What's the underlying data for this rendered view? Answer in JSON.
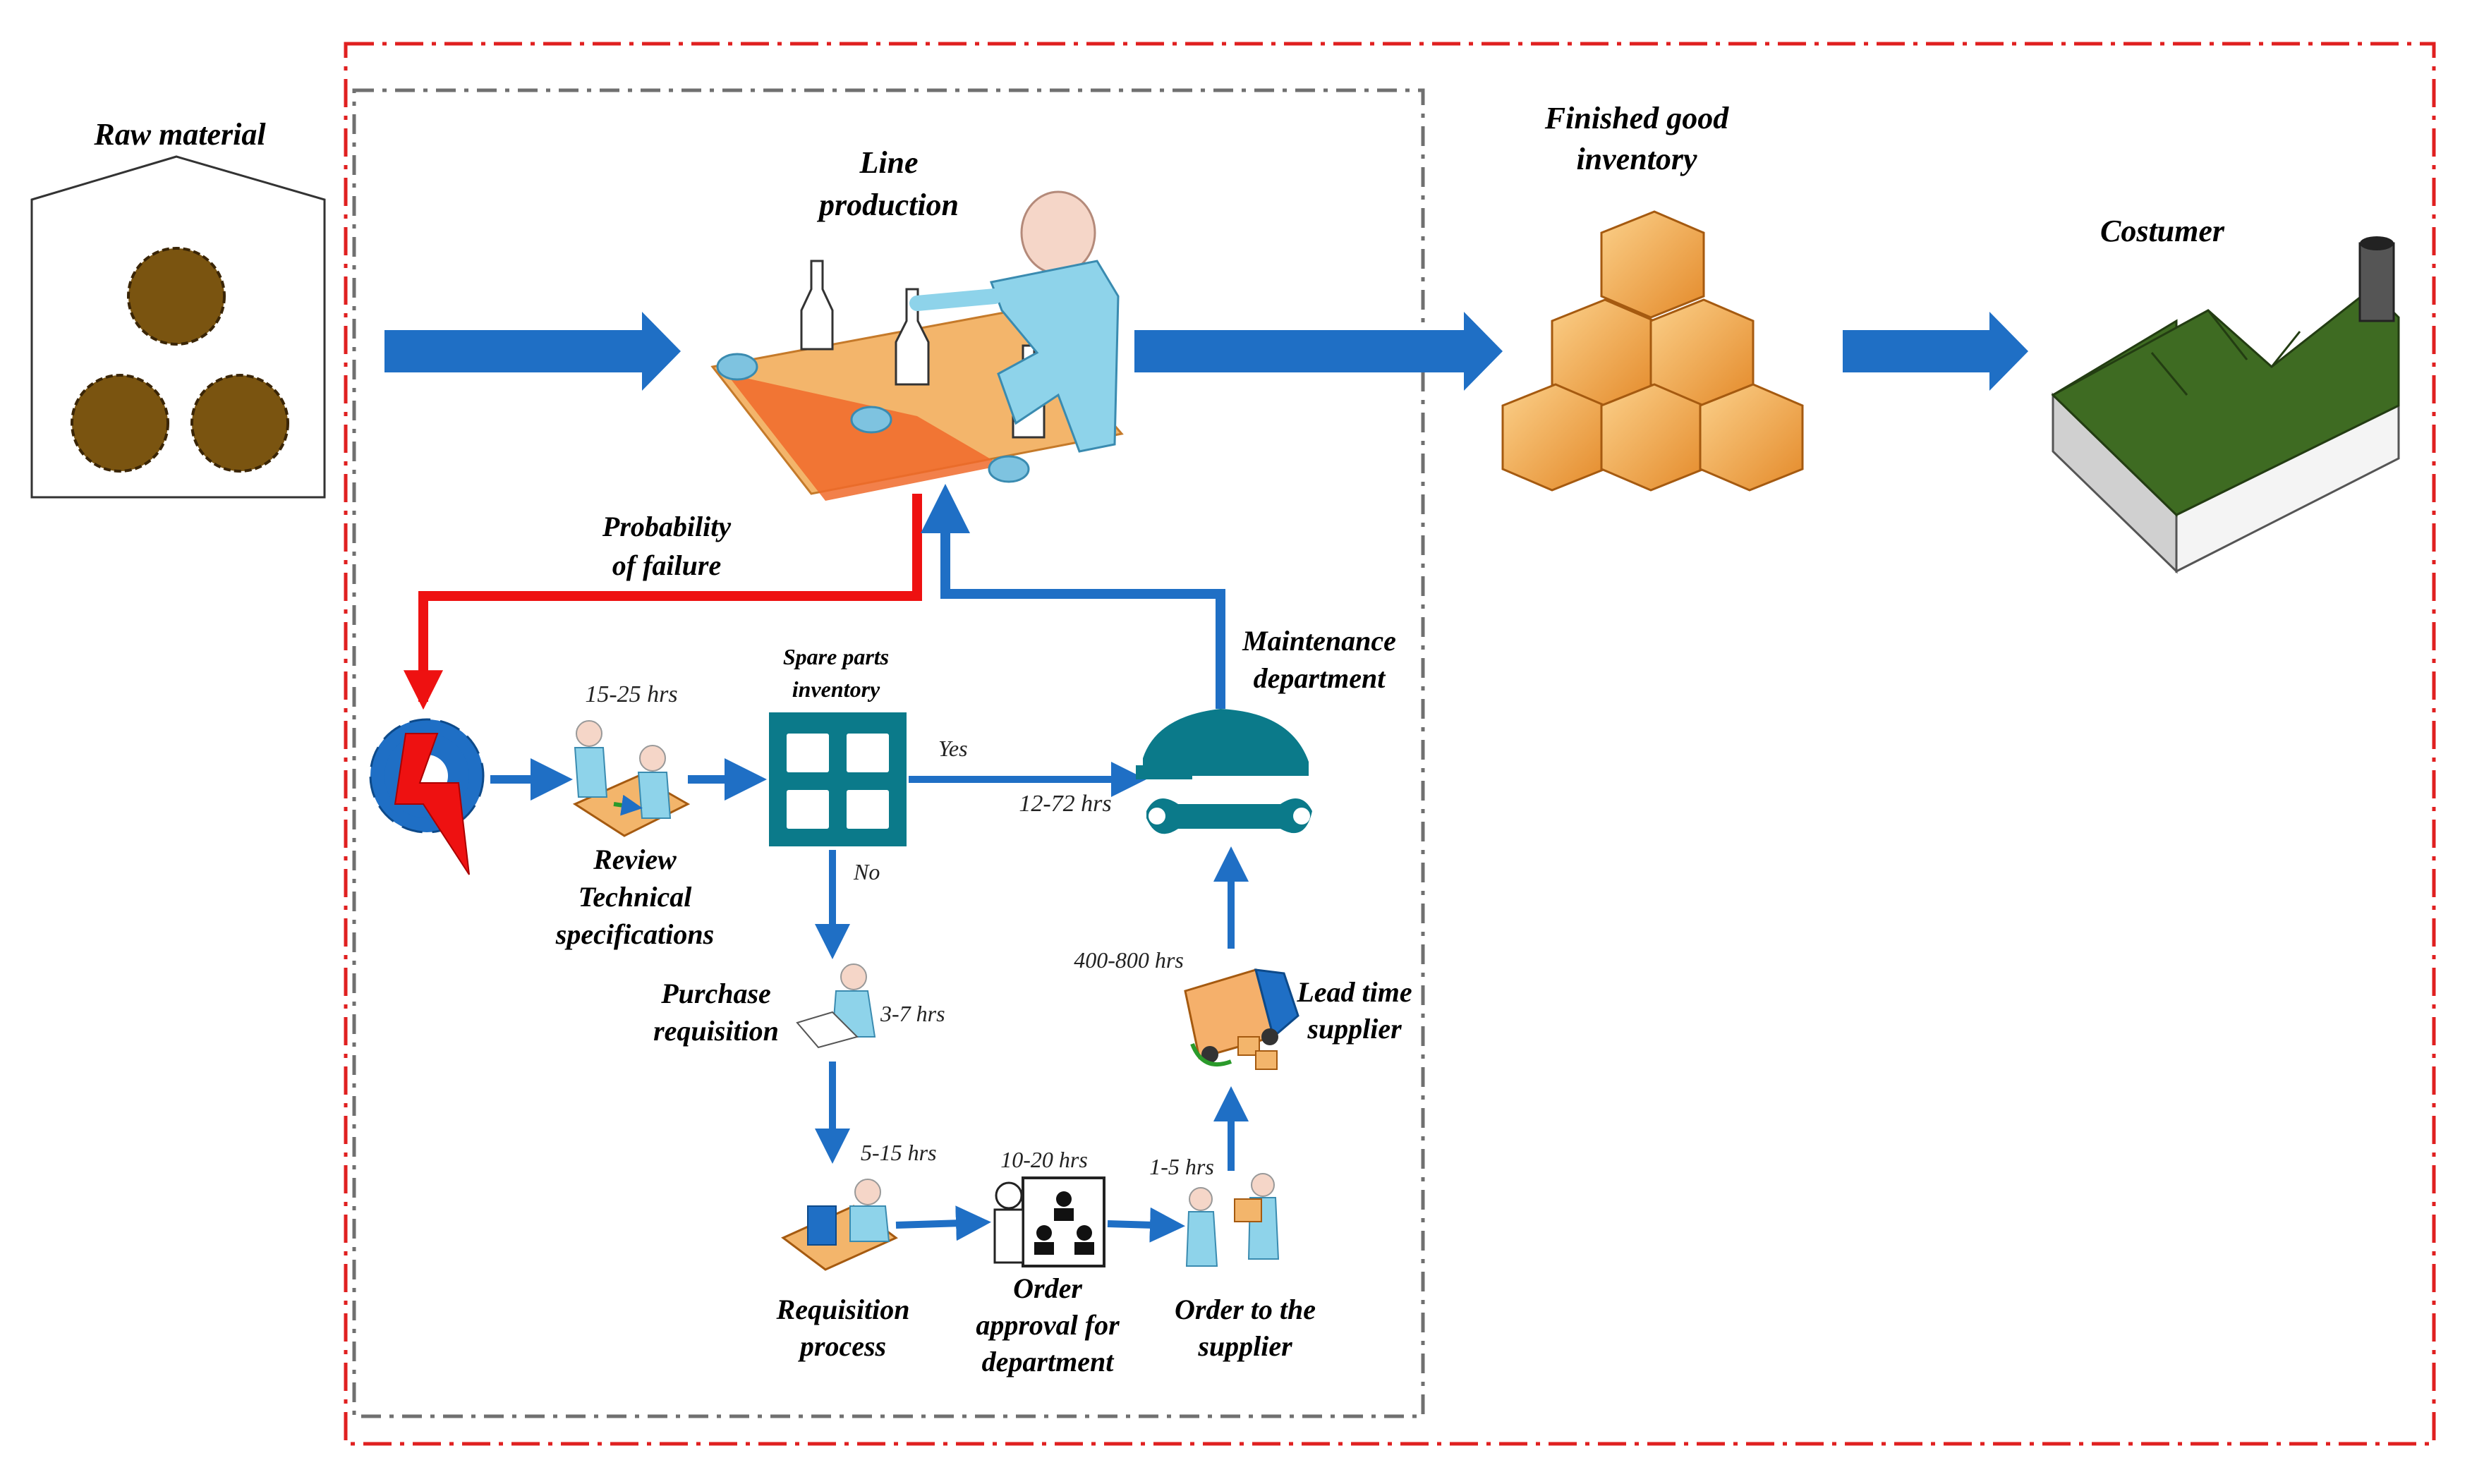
{
  "labels": {
    "raw_material": "Raw material",
    "line_production": [
      "Line",
      "production"
    ],
    "finished_good": [
      "Finished good",
      "inventory"
    ],
    "costumer": "Costumer",
    "probability": [
      "Probability",
      "of failure"
    ],
    "maintenance": [
      "Maintenance",
      "department"
    ],
    "spare_parts": [
      "Spare parts",
      "inventory"
    ],
    "review": [
      "Review",
      "Technical",
      "specifications"
    ],
    "purchase": [
      "Purchase",
      "requisition"
    ],
    "requisition": [
      "Requisition",
      "process"
    ],
    "order_approval": [
      "Order",
      "approval for",
      "department"
    ],
    "order_supplier": [
      "Order to the",
      "supplier"
    ],
    "lead_time": [
      "Lead time",
      "supplier"
    ]
  },
  "times": {
    "review": "15-25 hrs",
    "maintenance": "12-72 hrs",
    "purchase": "3-7 hrs",
    "requisition": "5-15 hrs",
    "approval": "10-20 hrs",
    "supplier_order": "1-5 hrs",
    "lead_time": "400-800 hrs"
  },
  "decisions": {
    "yes": "Yes",
    "no": "No"
  },
  "colors": {
    "flow_arrow": "#1f6fc5",
    "failure_arrow": "#ee1111",
    "outer_border": "#e02020",
    "inner_border": "#707070",
    "teal_icon": "#0b7a8a",
    "coconut": "#7a5410",
    "box": "#f1a94e",
    "roof": "#3e6b22"
  }
}
